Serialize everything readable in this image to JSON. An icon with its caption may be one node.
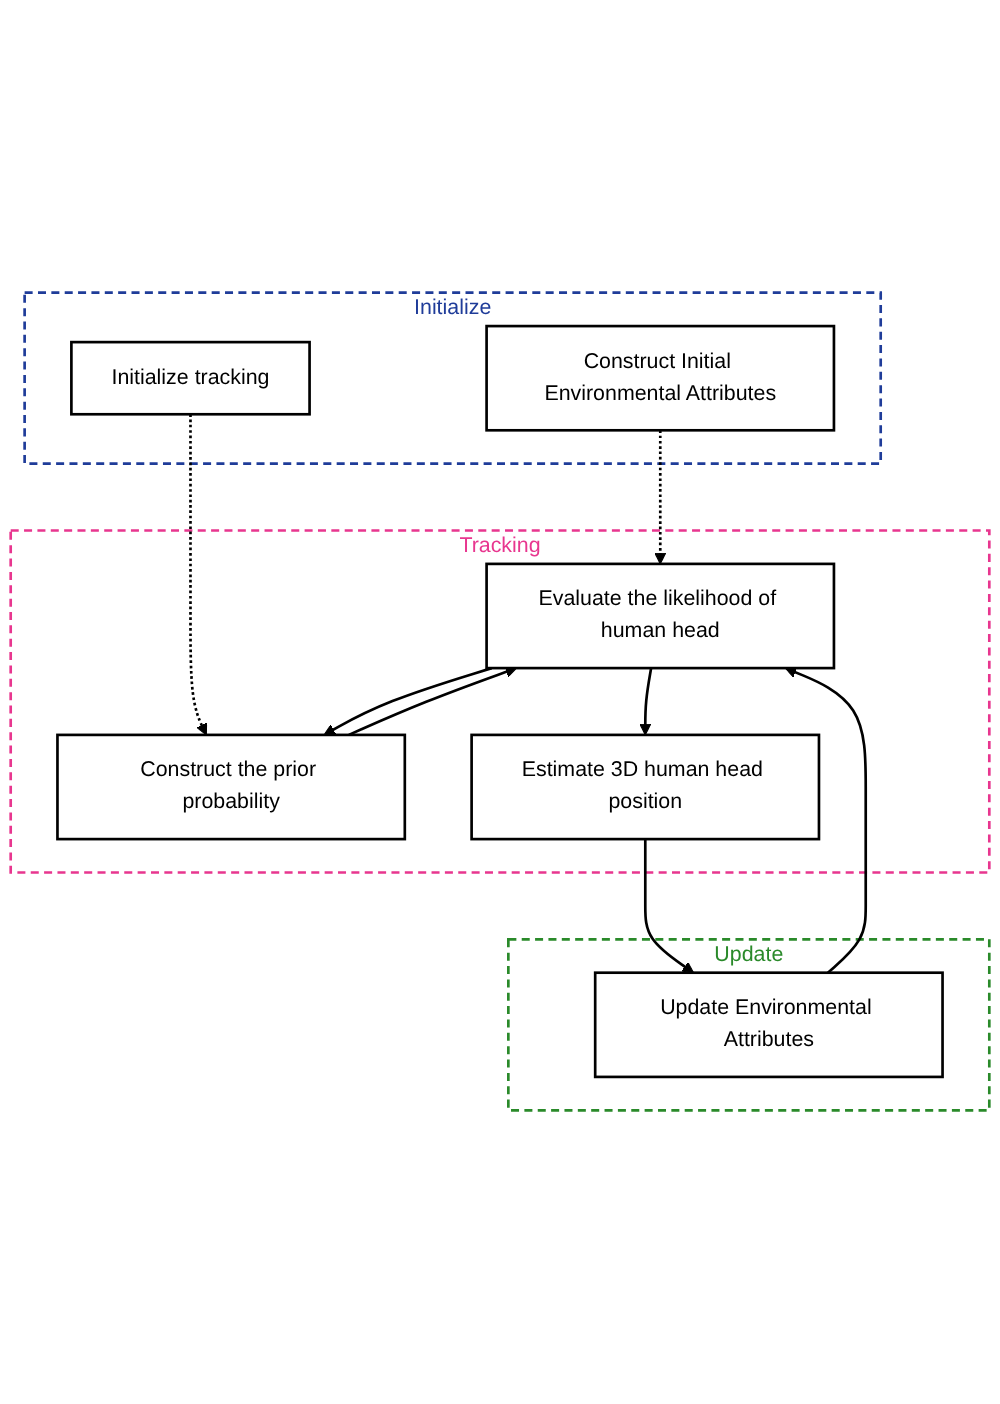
{
  "diagram": {
    "nodes": [
      {
        "text": [
          "Initialize"
        ]
      },
      {
        "text": [
          "Construct Initial Environmental Attributes"
        ],
        "in": 0
      },
      {
        "text": [
          "Initialize tracking"
        ],
        "in": 0
      },
      {
        "text": [
          "Tracking"
        ]
      },
      {
        "text": [
          "Construct the prior probability"
        ],
        "in": 3
      },
      {
        "text": [
          "Evaluate the likelihood of human head"
        ],
        "in": 3
      },
      {
        "text": [
          "Estimate 3D human head position"
        ],
        "in": 3
      },
      {
        "text": [
          "Update"
        ]
      },
      {
        "text": [
          "Update Environmental Attributes"
        ],
        "in": 7
      }
    ],
    "edges": [
      {
        "from": 1,
        "to": 5,
        "arrow": "to",
        "style": "dashed"
      },
      {
        "from": 2,
        "to": 4,
        "arrow": "to",
        "style": "dashed"
      },
      {
        "from": 4,
        "to": 5,
        "arrow": "to"
      },
      {
        "from": 5,
        "to": 6,
        "arrow": "to"
      },
      {
        "from": 5,
        "to": 4,
        "arrow": "to"
      },
      {
        "from": 6,
        "to": 8,
        "arrow": "to"
      },
      {
        "from": 8,
        "to": 5,
        "arrow": "to"
      }
    ]
  }
}
